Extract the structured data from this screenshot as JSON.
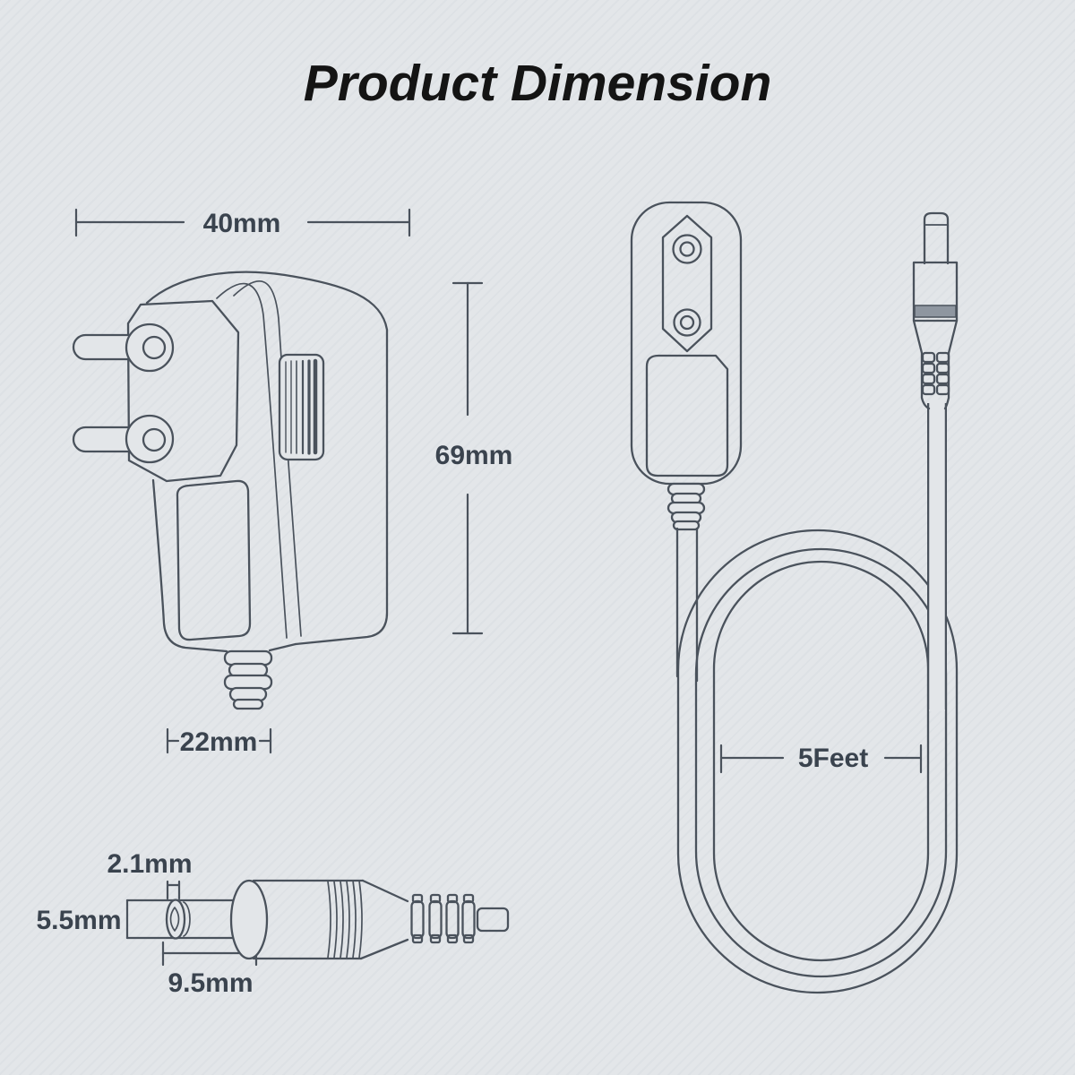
{
  "title": "Product Dimension",
  "figure": {
    "adapter_side_view": {
      "width_label": "40mm",
      "height_label": "69mm",
      "base_width_label": "22mm"
    },
    "adapter_front_view": {
      "cable_length_label": "5Feet"
    },
    "dc_plug": {
      "inner_diameter_label": "2.1mm",
      "outer_diameter_label": "5.5mm",
      "barrel_length_label": "9.5mm"
    }
  },
  "colors": {
    "background": "#e3e6e9",
    "stripe": "#dde1e5",
    "line": "#4a525c",
    "dimension_text": "#3a434e",
    "title_text": "#141414",
    "band_fill": "#8e96a0"
  }
}
